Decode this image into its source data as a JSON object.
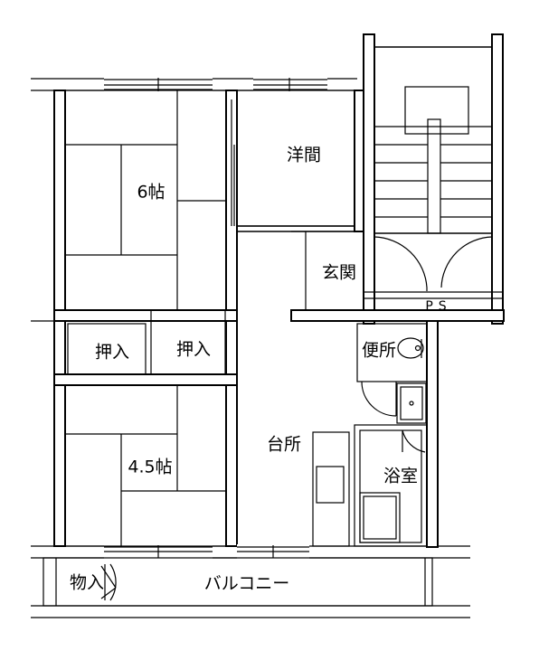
{
  "rooms": {
    "washitsu_6": "6帖",
    "yoma": "洋間",
    "genkan": "玄関",
    "oshiire_left": "押入",
    "oshiire_right": "押入",
    "benjo": "便所",
    "daidokoro": "台所",
    "washitsu_45": "4.5帖",
    "yokushitsu": "浴室",
    "monoire": "物入",
    "balcony": "バルコニー",
    "ps": "PS"
  }
}
